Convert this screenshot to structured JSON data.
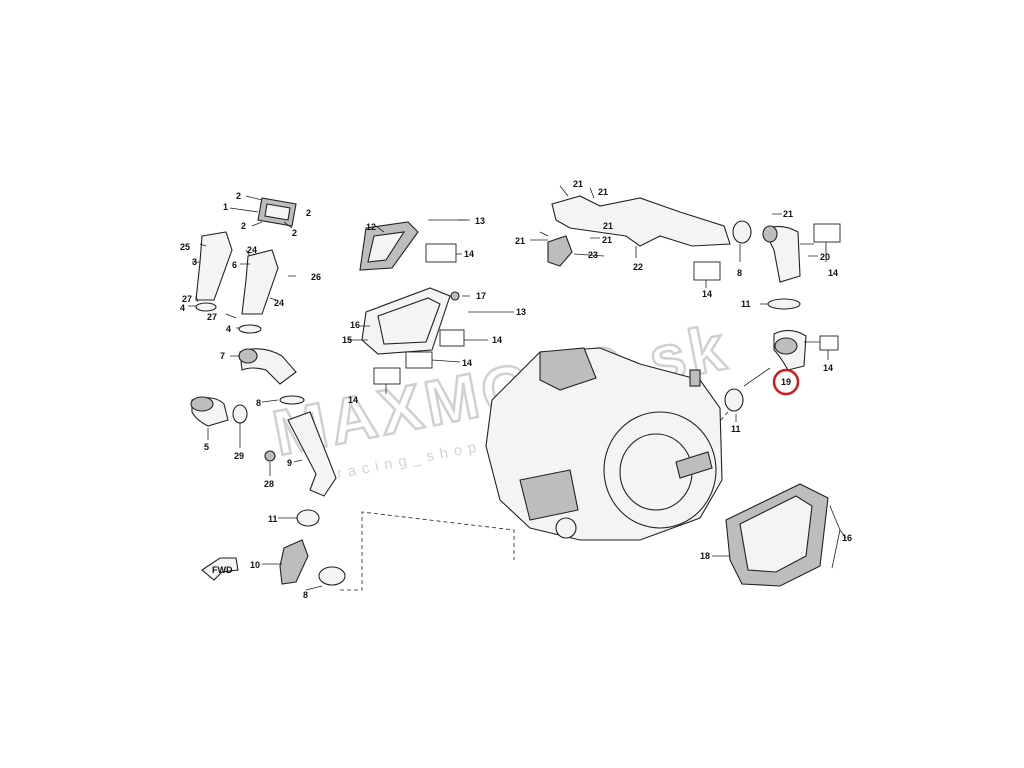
{
  "diagram": {
    "watermark": {
      "brand": "MAXMOTO.sk",
      "tagline": "racing_shop"
    },
    "fwd_label": "FWD",
    "highlighted_part": "19",
    "callouts": [
      {
        "id": "c1",
        "text": "1"
      },
      {
        "id": "c2a",
        "text": "2"
      },
      {
        "id": "c2b",
        "text": "2"
      },
      {
        "id": "c2c",
        "text": "2"
      },
      {
        "id": "c2d",
        "text": "2"
      },
      {
        "id": "c3",
        "text": "3"
      },
      {
        "id": "c4a",
        "text": "4"
      },
      {
        "id": "c4b",
        "text": "4"
      },
      {
        "id": "c5",
        "text": "5"
      },
      {
        "id": "c6",
        "text": "6"
      },
      {
        "id": "c7",
        "text": "7"
      },
      {
        "id": "c8a",
        "text": "8"
      },
      {
        "id": "c8b",
        "text": "8"
      },
      {
        "id": "c8c",
        "text": "8"
      },
      {
        "id": "c9",
        "text": "9"
      },
      {
        "id": "c10",
        "text": "10"
      },
      {
        "id": "c11a",
        "text": "11"
      },
      {
        "id": "c11b",
        "text": "11"
      },
      {
        "id": "c11c",
        "text": "11"
      },
      {
        "id": "c12",
        "text": "12"
      },
      {
        "id": "c13a",
        "text": "13"
      },
      {
        "id": "c13b",
        "text": "13"
      },
      {
        "id": "c14a",
        "text": "14"
      },
      {
        "id": "c14b",
        "text": "14"
      },
      {
        "id": "c14c",
        "text": "14"
      },
      {
        "id": "c14d",
        "text": "14"
      },
      {
        "id": "c14e",
        "text": "14"
      },
      {
        "id": "c14f",
        "text": "14"
      },
      {
        "id": "c14g",
        "text": "14"
      },
      {
        "id": "c15",
        "text": "15"
      },
      {
        "id": "c16a",
        "text": "16"
      },
      {
        "id": "c16b",
        "text": "16"
      },
      {
        "id": "c17",
        "text": "17"
      },
      {
        "id": "c18",
        "text": "18"
      },
      {
        "id": "c19",
        "text": "19"
      },
      {
        "id": "c20",
        "text": "20"
      },
      {
        "id": "c21a",
        "text": "21"
      },
      {
        "id": "c21b",
        "text": "21"
      },
      {
        "id": "c21c",
        "text": "21"
      },
      {
        "id": "c21d",
        "text": "21"
      },
      {
        "id": "c21e",
        "text": "21"
      },
      {
        "id": "c21f",
        "text": "21"
      },
      {
        "id": "c22",
        "text": "22"
      },
      {
        "id": "c23",
        "text": "23"
      },
      {
        "id": "c24a",
        "text": "24"
      },
      {
        "id": "c24b",
        "text": "24"
      },
      {
        "id": "c25",
        "text": "25"
      },
      {
        "id": "c26",
        "text": "26"
      },
      {
        "id": "c27a",
        "text": "27"
      },
      {
        "id": "c27b",
        "text": "27"
      },
      {
        "id": "c28",
        "text": "28"
      },
      {
        "id": "c29",
        "text": "29"
      }
    ]
  }
}
